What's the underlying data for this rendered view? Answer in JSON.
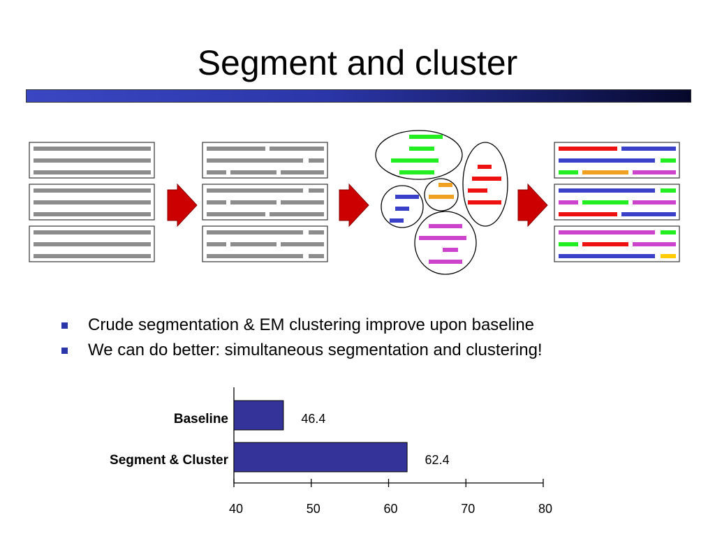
{
  "slide": {
    "title": "Segment and cluster",
    "bullets": [
      "Crude segmentation & EM clustering improve upon baseline",
      "We can do better: simultaneous segmentation and clustering!"
    ]
  },
  "colors": {
    "title_bar": "#2b36a8",
    "arrow": "#cc0000",
    "gray_line": "#8c8c8c",
    "cluster_green": "#22ee22",
    "cluster_orange": "#f0a020",
    "cluster_red": "#ee1111",
    "cluster_blue": "#3a40c8",
    "cluster_magenta": "#cc44cc",
    "yellow": "#ffcc00",
    "bar_fill": "#333399"
  },
  "chart_data": {
    "type": "bar",
    "orientation": "horizontal",
    "categories": [
      "Baseline",
      "Segment & Cluster"
    ],
    "values": [
      46.4,
      62.4
    ],
    "value_labels": [
      "46.4",
      "62.4"
    ],
    "xlim": [
      40,
      80
    ],
    "xticks": [
      40,
      50,
      60,
      70,
      80
    ],
    "xtick_labels": [
      "40",
      "50",
      "60",
      "70",
      "80"
    ],
    "grid": false
  }
}
